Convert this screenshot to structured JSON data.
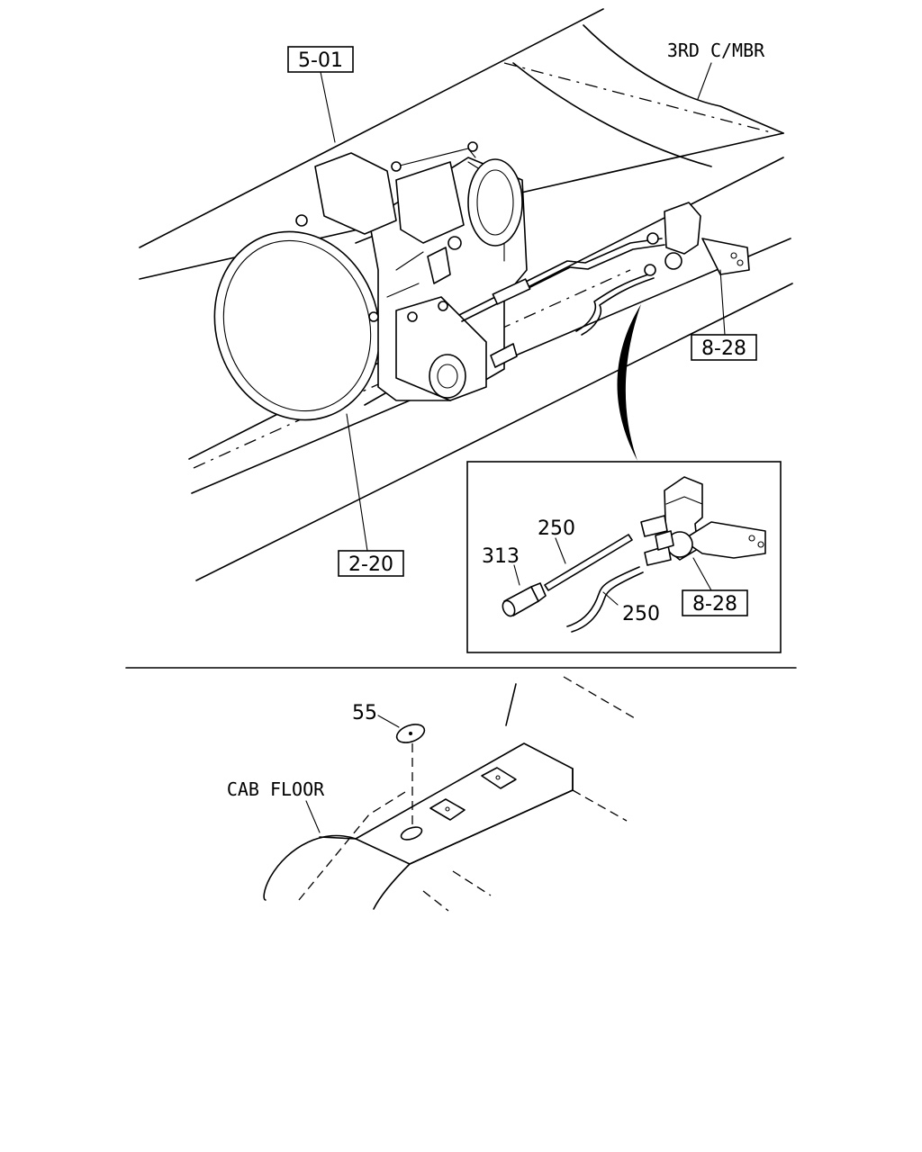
{
  "callouts": {
    "ref_5_01": "5-01",
    "ref_2_20": "2-20",
    "ref_8_28_main": "8-28",
    "ref_8_28_detail": "8-28",
    "part_313": "313",
    "part_250_upper": "250",
    "part_250_lower": "250",
    "part_55": "55"
  },
  "labels": {
    "third_crossmember": "3RD C/MBR",
    "cab_floor": "CAB FLOOR"
  }
}
